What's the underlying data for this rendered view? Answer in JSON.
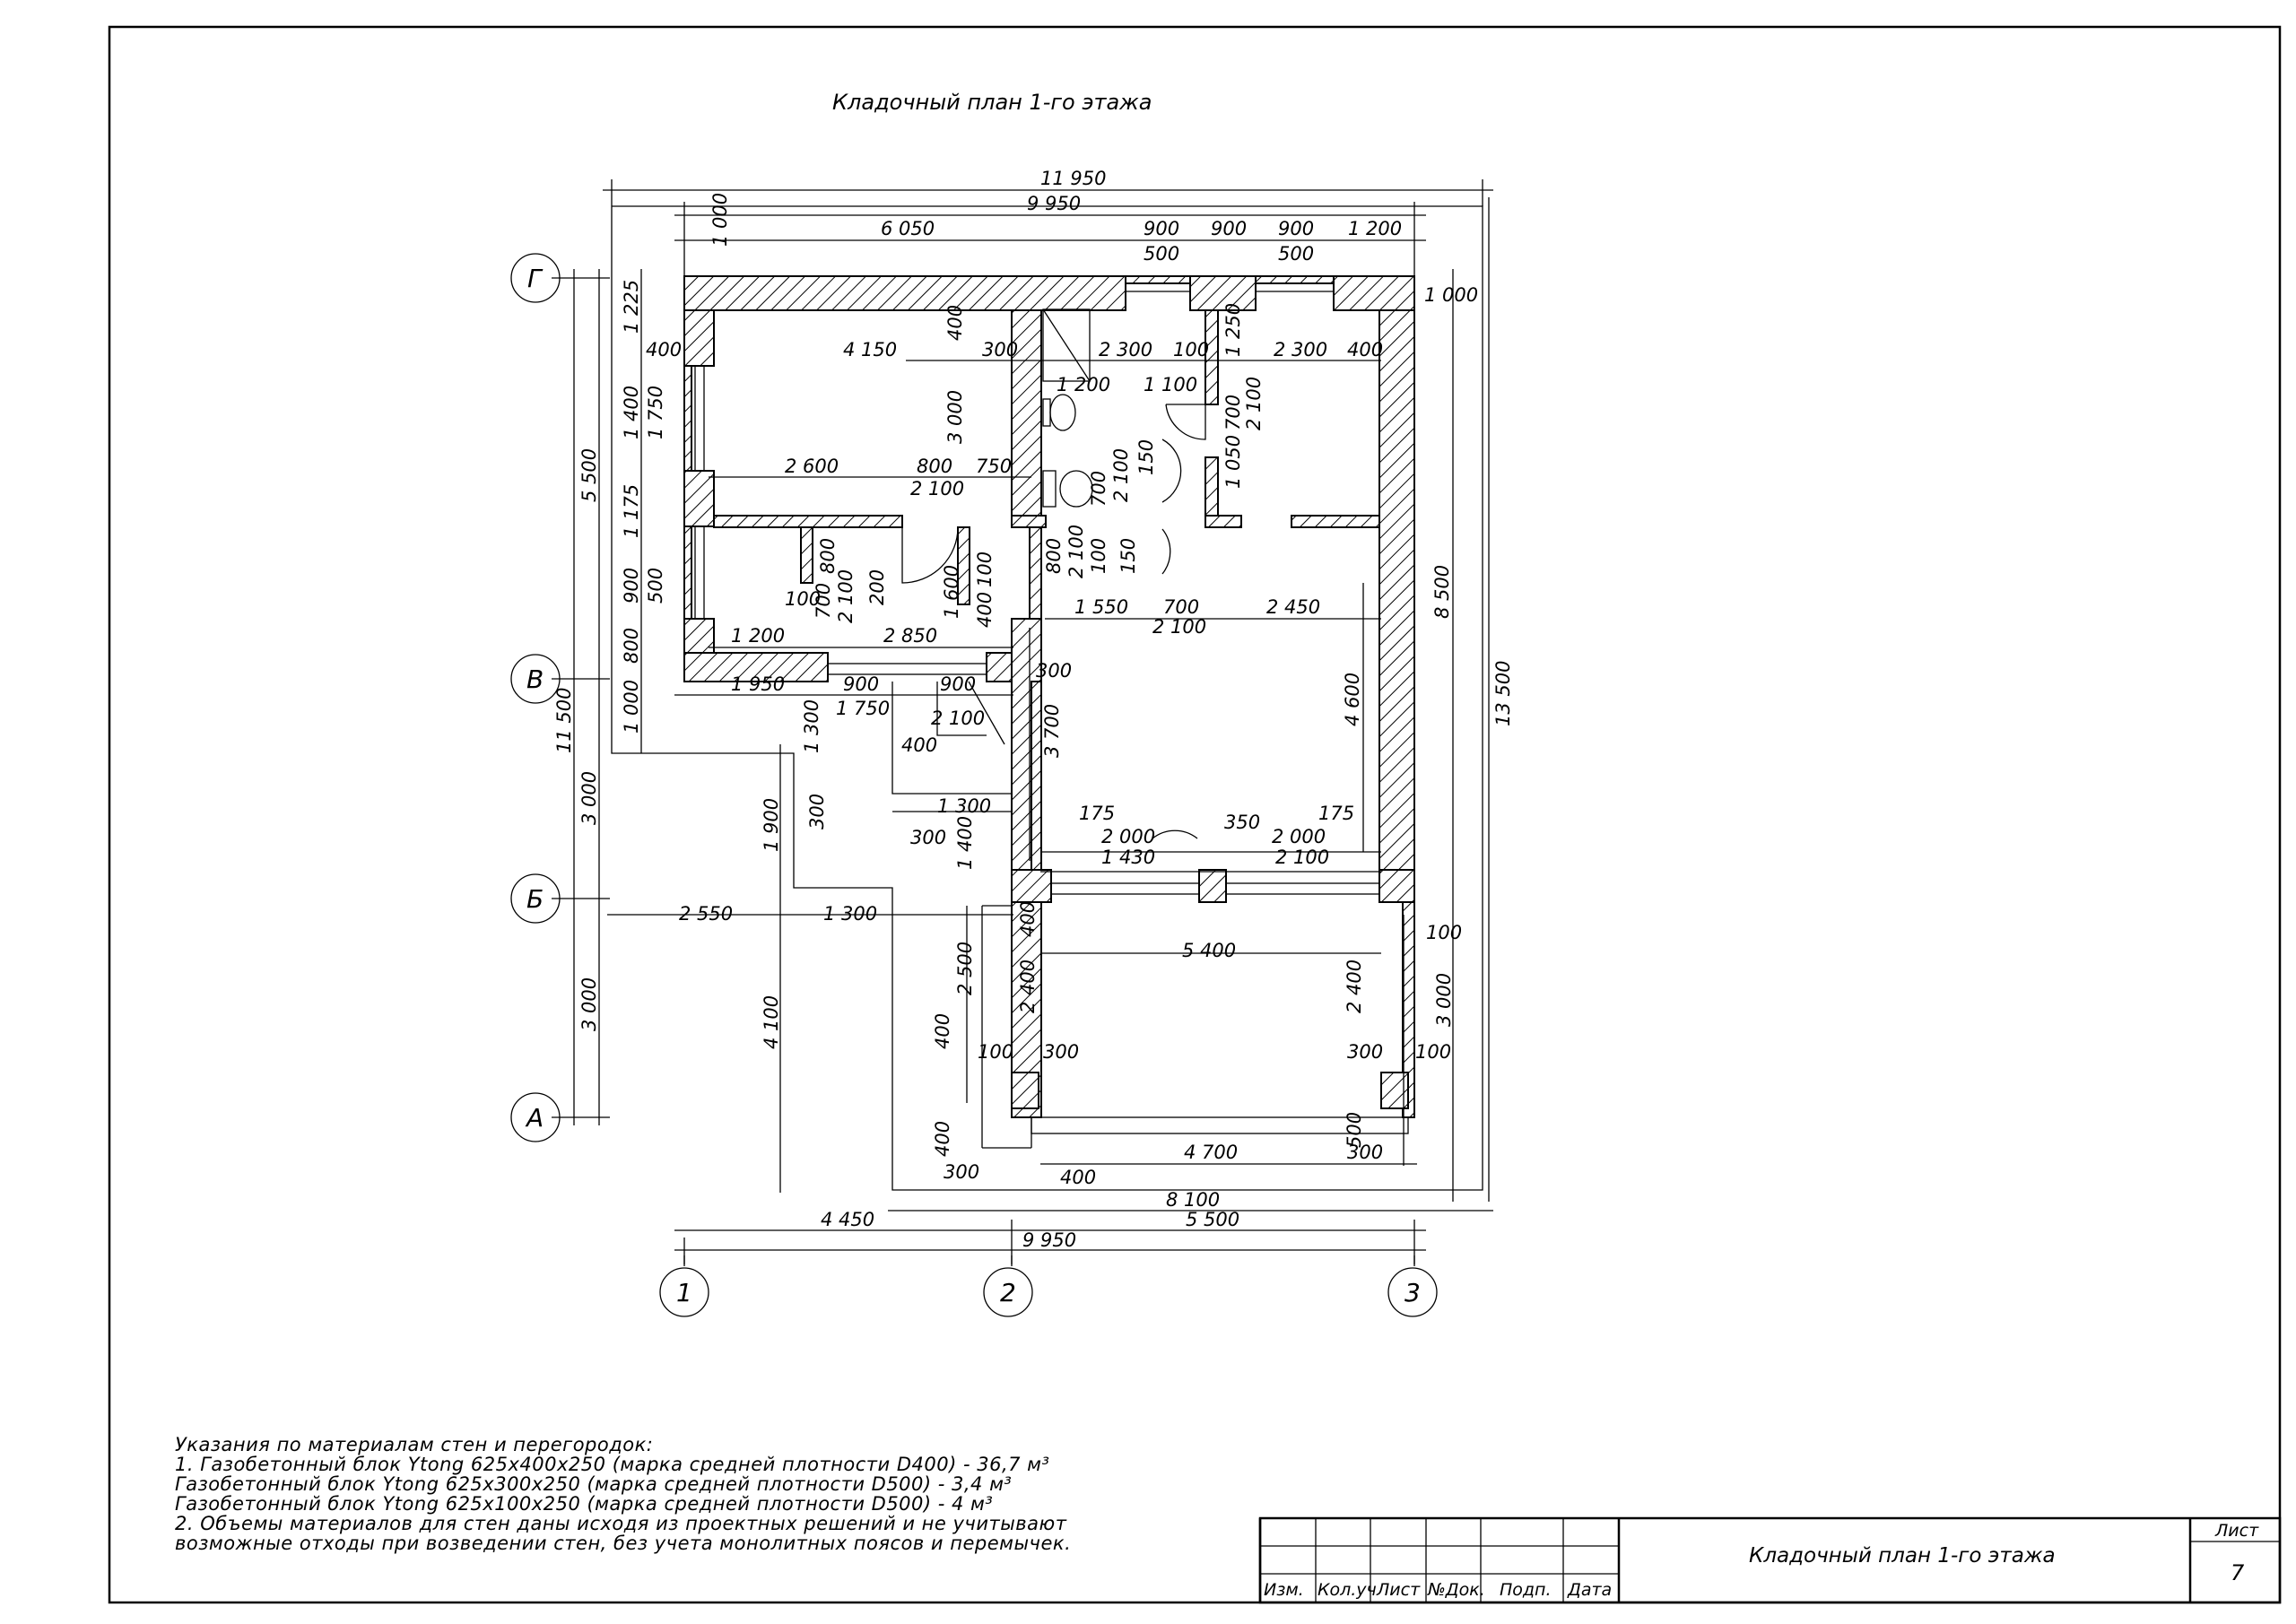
{
  "title": "Кладочный план 1-го этажа",
  "axes": {
    "letters": [
      "Г",
      "В",
      "Б",
      "А"
    ],
    "numbers": [
      "1",
      "2",
      "3"
    ]
  },
  "dims": {
    "top_total": "11 950",
    "top_axes": "9 950",
    "top_wall": "6 050",
    "top_900a": "900",
    "top_900b": "900",
    "top_900c": "900",
    "top_1200": "1 200",
    "top_500a": "500",
    "top_500b": "500",
    "top_1000": "1 000",
    "right_1000": "1 000",
    "left_5500": "5 500",
    "left_11500": "11 500",
    "left_3000a": "3 000",
    "left_3000b": "3 000",
    "left_1225": "1 225",
    "left_1400": "1 400",
    "left_1750": "1 750",
    "left_1175": "1 175",
    "left_900": "900",
    "left_500": "500",
    "left_800": "800",
    "left_1000": "1 000",
    "r1_400": "400",
    "r1_4150": "4 150",
    "r1_300": "300",
    "r1_400v": "400",
    "r1_3000": "3 000",
    "r1_2600": "2 600",
    "r1_800": "800",
    "r1_750": "750",
    "r1_2100": "2 100",
    "bath_2300": "2 300",
    "bath_100": "100",
    "bath_1200": "1 200",
    "bath_1100": "1 100",
    "bath_700": "700",
    "bath_2100": "2 100",
    "bath_150": "150",
    "bath_1050": "1 050",
    "bath_1250": "1 250",
    "bath_700b": "700",
    "bath_2100b": "2 100",
    "r2_2300": "2 300",
    "r2_400": "400",
    "c_800": "800",
    "c_2100": "2 100",
    "c_100": "100",
    "c_150": "150",
    "c_1550": "1 550",
    "c_700": "700",
    "c_2450": "2 450",
    "c_2100b": "2 100",
    "c_8500": "8 500",
    "c_13500": "13 500",
    "c_4600": "4 600",
    "c_3700": "3 700",
    "c_300": "300",
    "s_800": "800",
    "s_100": "100",
    "s_700": "700",
    "s_2100": "2 100",
    "s_200": "200",
    "s_1200": "1 200",
    "s_2850": "2 850",
    "s_1600": "1 600",
    "s_100b": "100",
    "s_400": "400",
    "b_1950": "1 950",
    "b_900a": "900",
    "b_900b": "900",
    "b_1750": "1 750",
    "b_2100": "2 100",
    "b_400": "400",
    "b_1300": "1 300",
    "b_300": "300",
    "b_1900": "1 900",
    "b_1300b": "1 300",
    "b_300b": "300",
    "b_1400": "1 400",
    "k_175a": "175",
    "k_2000a": "2 000",
    "k_1430": "1 430",
    "k_350": "350",
    "k_175b": "175",
    "k_2000b": "2 000",
    "k_2100": "2 100",
    "t_2550": "2 550",
    "t_1300": "1 300",
    "t_4100": "4 100",
    "t_400a": "400",
    "t_5400": "5 400",
    "t_2500": "2 500",
    "t_2400a": "2 400",
    "t_2400b": "2 400",
    "t_100a": "100",
    "t_3000": "3 000",
    "t_400b": "400",
    "t_100b": "100",
    "t_300a": "300",
    "t_300b": "300",
    "t_100c": "100",
    "t_500": "500",
    "t_4700": "4 700",
    "t_300c": "300",
    "t_400c": "400",
    "t_300d": "300",
    "t_400d": "400",
    "bot_8100": "8 100",
    "bot_4450": "4 450",
    "bot_5500": "5 500",
    "bot_9950": "9 950"
  },
  "notes": [
    "Указания по материалам стен и перегородок:",
    "1. Газобетонный блок Ytong 625х400х250 (марка средней плотности D400) - 36,7 м³",
    "Газобетонный блок Ytong 625х300х250 (марка средней плотности D500) - 3,4 м³",
    "Газобетонный блок Ytong 625х100х250 (марка средней плотности D500) -  4 м³",
    "2. Объемы материалов для стен даны исходя из проектных решений и не учитывают",
    "возможные отходы при возведении стен, без учета монолитных поясов и перемычек."
  ],
  "stamp": {
    "headers": [
      "Изм.",
      "Кол.уч",
      "Лист",
      "№Док.",
      "Подп.",
      "Дата"
    ],
    "title": "Кладочный план 1-го этажа",
    "sheet_label": "Лист",
    "sheet_number": "7"
  }
}
